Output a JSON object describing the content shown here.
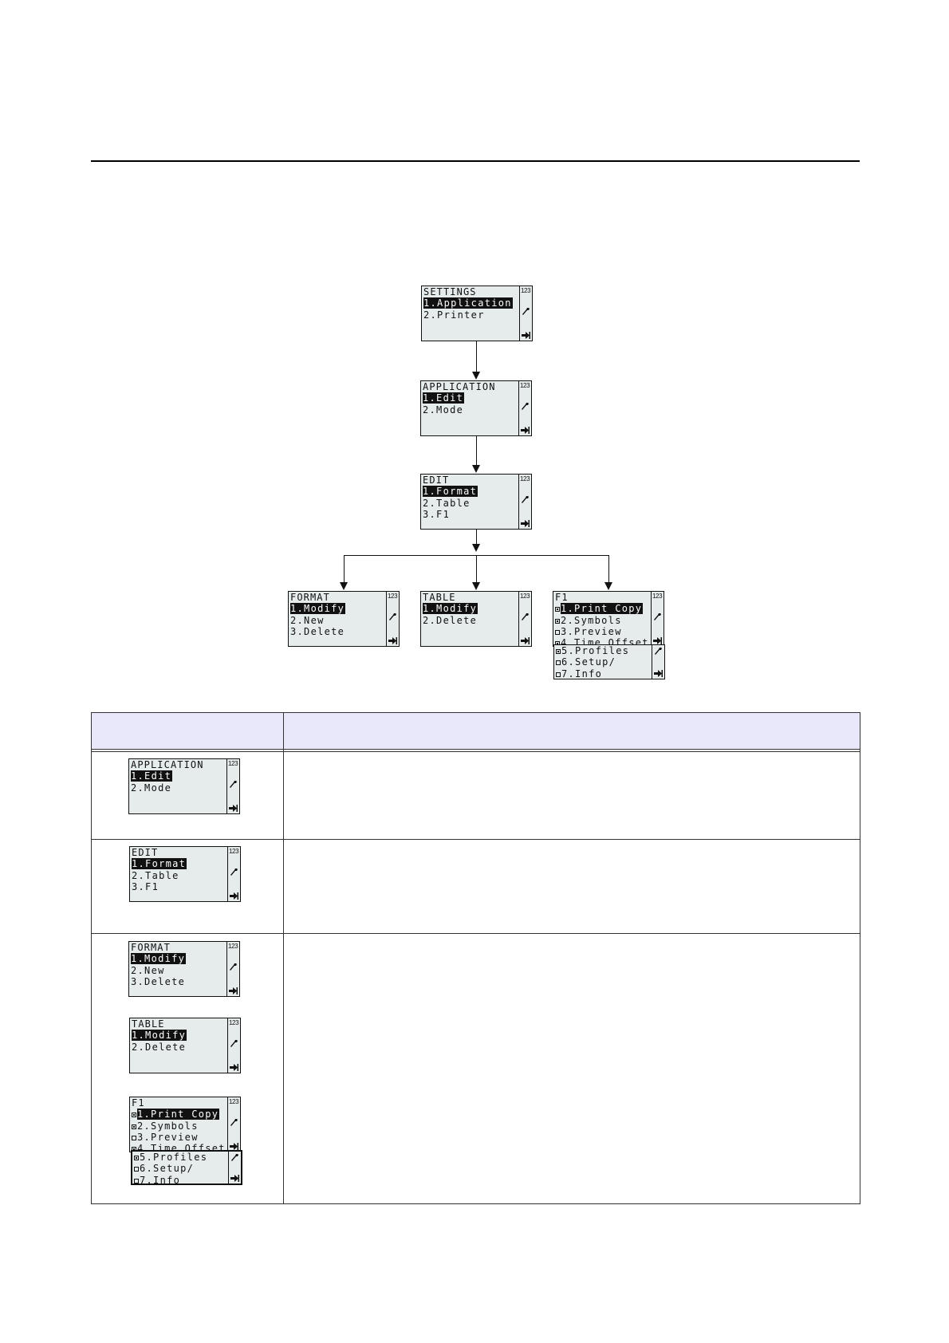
{
  "lcd_common": {
    "status_number": "123"
  },
  "diagram": {
    "settings": {
      "title": "SETTINGS",
      "items": [
        "1.Application",
        "2.Printer"
      ]
    },
    "application": {
      "title": "APPLICATION",
      "items": [
        "1.Edit",
        "2.Mode"
      ]
    },
    "edit": {
      "title": "EDIT",
      "items": [
        "1.Format",
        "2.Table",
        "3.F1"
      ]
    },
    "format": {
      "title": "FORMAT",
      "items": [
        "1.Modify",
        "2.New",
        "3.Delete"
      ]
    },
    "table": {
      "title": "TABLE",
      "items": [
        "1.Modify",
        "2.Delete"
      ]
    },
    "f1": {
      "title": "F1",
      "items": [
        "1.Print Copy",
        "2.Symbols",
        "3.Preview",
        "4.Time Offset"
      ]
    },
    "f1_more": {
      "items": [
        "5.Profiles",
        "6.Setup/",
        "7.Info"
      ]
    }
  },
  "table_rows": {
    "application": {
      "title": "APPLICATION",
      "items": [
        "1.Edit",
        "2.Mode"
      ]
    },
    "edit": {
      "title": "EDIT",
      "items": [
        "1.Format",
        "2.Table",
        "3.F1"
      ]
    },
    "format": {
      "title": "FORMAT",
      "items": [
        "1.Modify",
        "2.New",
        "3.Delete"
      ]
    },
    "table": {
      "title": "TABLE",
      "items": [
        "1.Modify",
        "2.Delete"
      ]
    },
    "f1": {
      "title": "F1",
      "items": [
        "1.Print Copy",
        "2.Symbols",
        "3.Preview",
        "4.Time Offset"
      ]
    },
    "f1_more": {
      "items": [
        "5.Profiles",
        "6.Setup/",
        "7.Info"
      ]
    }
  }
}
